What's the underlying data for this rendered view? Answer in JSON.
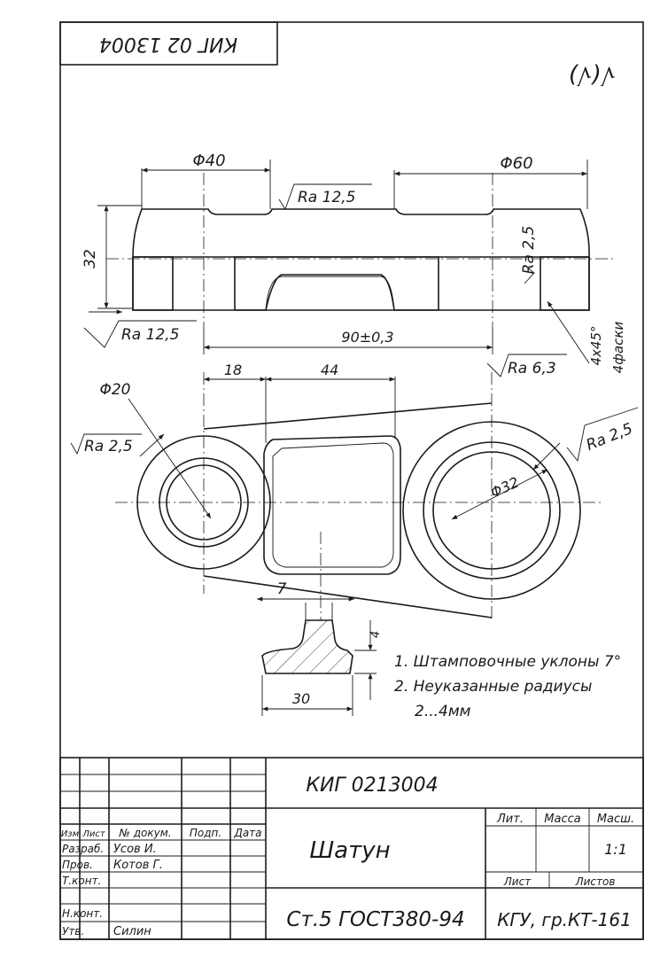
{
  "drawing": {
    "stamp_code_rotated": "КИГ 02 13004",
    "roughness_corner": "√(√)",
    "dims": {
      "d40": "Φ40",
      "d60": "Φ60",
      "ra_top": "Ra 12,5",
      "h32": "32",
      "ra_right": "Ra 2,5",
      "ra_left_bottom": "Ra 12,5",
      "d90": "90±0,3",
      "ra_63": "Ra 6,3",
      "chamfer": "4x45°",
      "chamfer_note": "4фаски",
      "d18": "18",
      "d44": "44",
      "d20": "Φ20",
      "ra_25_left": "Ra 2,5",
      "ra_25_right": "Ra 2,5",
      "d32": "Φ32",
      "d7": "7",
      "d4": "4",
      "d30": "30"
    },
    "notes": [
      "1. Штамповочные уклоны 7°",
      "2. Неуказанные радиусы",
      "2...4мм"
    ]
  },
  "title_block": {
    "designation": "КИГ 0213004",
    "part_name": "Шатун",
    "material": "Ст.5 ГОСТ380-94",
    "organization": "КГУ, гр.КТ-161",
    "col_headers": [
      "Изм",
      "Лист",
      "№ докум.",
      "Подп.",
      "Дата"
    ],
    "roles": [
      "Разраб.",
      "Пров.",
      "Т.конт.",
      "Н.конт.",
      "Утв."
    ],
    "people": [
      "Усов И.",
      "Котов Г.",
      "Силин"
    ],
    "lit_label": "Лит.",
    "mass_label": "Масса",
    "scale_label": "Масш.",
    "scale_value": "1:1",
    "sheet_label": "Лист",
    "sheets_label": "Листов"
  }
}
